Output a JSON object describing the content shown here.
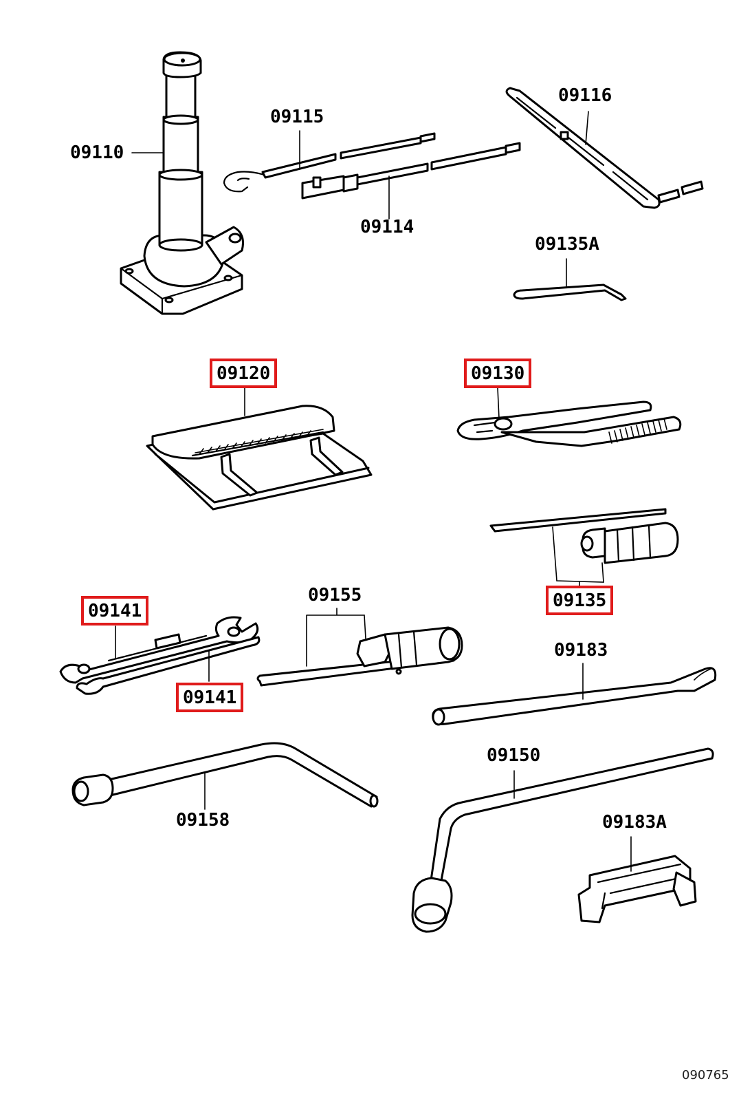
{
  "figure_code": "090765",
  "highlight_color": "#e01b1b",
  "parts": [
    {
      "id": "jack",
      "label": "09110",
      "highlighted": false
    },
    {
      "id": "jack-handle-hook",
      "label": "09115",
      "highlighted": false
    },
    {
      "id": "jack-handle-extension",
      "label": "09114",
      "highlighted": false
    },
    {
      "id": "jack-handle-bar",
      "label": "09116",
      "highlighted": false
    },
    {
      "id": "screwdriver-blade-small",
      "label": "09135A",
      "highlighted": false
    },
    {
      "id": "tool-bag",
      "label": "09120",
      "highlighted": true
    },
    {
      "id": "pliers",
      "label": "09130",
      "highlighted": true
    },
    {
      "id": "screwdriver",
      "label": "09135",
      "highlighted": true
    },
    {
      "id": "wrench-top",
      "label": "09141",
      "highlighted": true
    },
    {
      "id": "wrench-bottom",
      "label": "09141",
      "highlighted": true
    },
    {
      "id": "spark-plug-wrench",
      "label": "09155",
      "highlighted": false
    },
    {
      "id": "pry-bar",
      "label": "09183",
      "highlighted": false
    },
    {
      "id": "lug-wrench-bent",
      "label": "09158",
      "highlighted": false
    },
    {
      "id": "lug-wrench-l",
      "label": "09150",
      "highlighted": false
    },
    {
      "id": "clip-bracket",
      "label": "09183A",
      "highlighted": false
    }
  ]
}
